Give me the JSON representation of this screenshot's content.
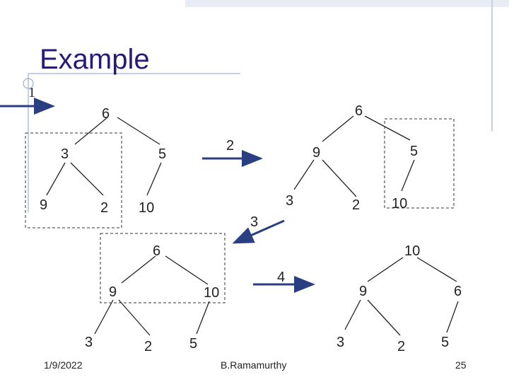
{
  "slide": {
    "title": "Example",
    "step_number": "1",
    "date": "1/9/2022",
    "author": "B.Ramamurthy",
    "page": "25",
    "accent_color": "#2a1a78",
    "arrow_color": "#2a3f82"
  },
  "trees": [
    {
      "id": "tree-1",
      "root": "6",
      "nodes": [
        "6",
        "3",
        "5",
        "9",
        "2",
        "10"
      ]
    },
    {
      "id": "tree-2",
      "root": "6",
      "nodes": [
        "6",
        "9",
        "5",
        "3",
        "2",
        "10"
      ]
    },
    {
      "id": "tree-3",
      "root": "6",
      "nodes": [
        "6",
        "9",
        "10",
        "3",
        "2",
        "5"
      ]
    },
    {
      "id": "tree-4",
      "root": "10",
      "nodes": [
        "10",
        "9",
        "6",
        "3",
        "2",
        "5"
      ]
    }
  ],
  "steps": {
    "step_2": "2",
    "step_3": "3",
    "step_4": "4"
  }
}
